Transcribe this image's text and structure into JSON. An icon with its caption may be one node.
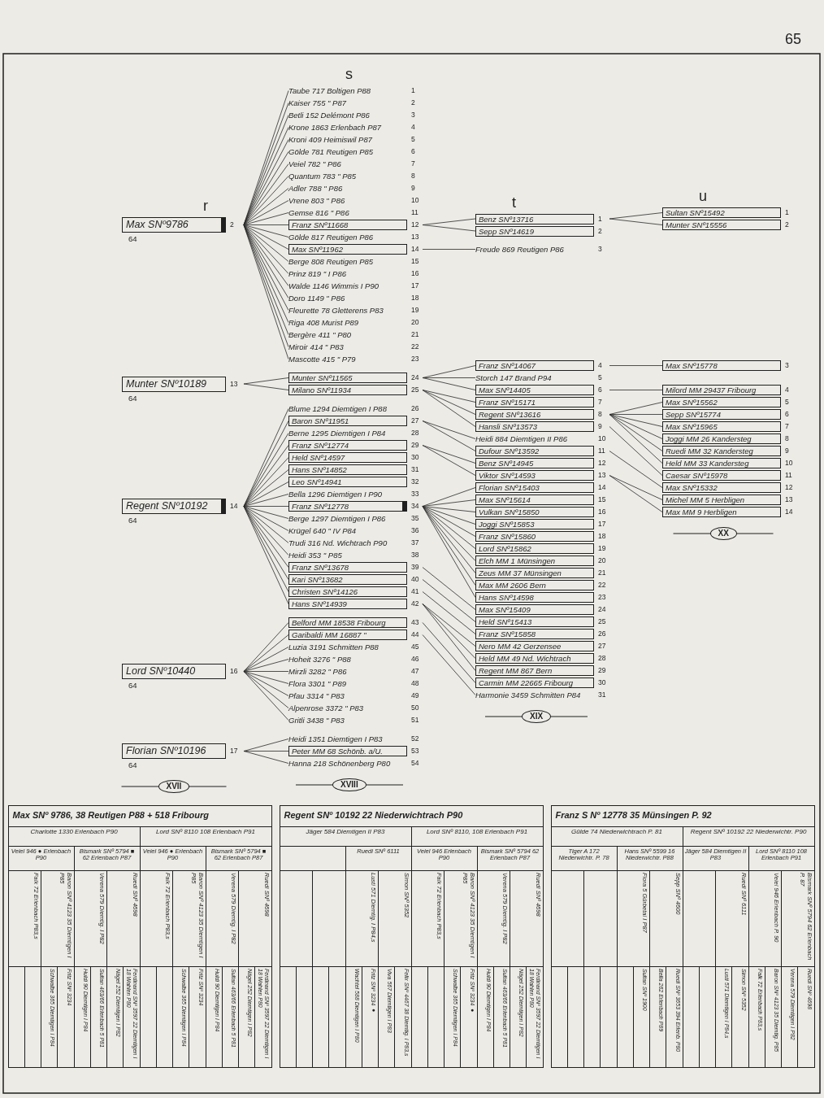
{
  "diagram": {
    "nodes": [
      {
        "text": [
          "Max SNº9786"
        ],
        "beside": [
          "2",
          "64"
        ]
      },
      {
        "text": [
          "Munter SNº10189"
        ],
        "beside": [
          "13",
          "64"
        ]
      },
      {
        "text": [
          "Regent SNº10192"
        ],
        "beside": [
          "14",
          "64"
        ]
      },
      {
        "text": [
          "Lord SNº10440"
        ],
        "beside": [
          "16",
          "64"
        ]
      },
      {
        "text": [
          "Florian SNº10196"
        ],
        "beside": [
          "17",
          "64"
        ]
      },
      {
        "text": [
          "Taube 717 Boltigen P88"
        ],
        "beside": [
          "1"
        ]
      },
      {
        "text": [
          "Kaiser 755 \" P87"
        ],
        "beside": [
          "2"
        ]
      },
      {
        "text": [
          "Betli 152 Delémont P86"
        ],
        "beside": [
          "3"
        ]
      },
      {
        "text": [
          "Krone 1863 Erlenbach P87"
        ],
        "beside": [
          "4"
        ]
      },
      {
        "text": [
          "Kroni 409 Heimiswil P87"
        ],
        "beside": [
          "5"
        ]
      },
      {
        "text": [
          "Gölde 781 Reutigen P85"
        ],
        "beside": [
          "6"
        ]
      },
      {
        "text": [
          "Veiel 782 \" P86"
        ],
        "beside": [
          "7"
        ]
      },
      {
        "text": [
          "Quantum 783 \" P85"
        ],
        "beside": [
          "8"
        ]
      },
      {
        "text": [
          "Adler 788 \" P86"
        ],
        "beside": [
          "9"
        ]
      },
      {
        "text": [
          "Vrene 803 \" P86"
        ],
        "beside": [
          "10"
        ]
      },
      {
        "text": [
          "Gemse 816 \" P86"
        ],
        "beside": [
          "11"
        ]
      },
      {
        "text": [
          "Franz SNº11668"
        ],
        "beside": [
          "12"
        ]
      },
      {
        "text": [
          "Gölde 817 Reutigen P86"
        ],
        "beside": [
          "13"
        ]
      },
      {
        "text": [
          "Max SNº11962"
        ],
        "beside": [
          "14"
        ]
      },
      {
        "text": [
          "Berge 808 Reutigen P85"
        ],
        "beside": [
          "15"
        ]
      },
      {
        "text": [
          "Prinz 819 \" I P86"
        ],
        "beside": [
          "16"
        ]
      },
      {
        "text": [
          "Walde 1146 Wimmis I P90"
        ],
        "beside": [
          "17"
        ]
      },
      {
        "text": [
          "Doro 1149 \" P86"
        ],
        "beside": [
          "18"
        ]
      },
      {
        "text": [
          "Fleurette 78 Gletterens P83"
        ],
        "beside": [
          "19"
        ]
      },
      {
        "text": [
          "Riga 408 Murist P89"
        ],
        "beside": [
          "20"
        ]
      },
      {
        "text": [
          "Bergère 411 \" P80"
        ],
        "beside": [
          "21"
        ]
      },
      {
        "text": [
          "Miroir 414 \" P83"
        ],
        "beside": [
          "22"
        ]
      },
      {
        "text": [
          "Mascotte 415 \" P79"
        ],
        "beside": [
          "23"
        ]
      },
      {
        "text": [
          "Munter SNº11565"
        ],
        "beside": [
          "24"
        ]
      },
      {
        "text": [
          "Milano SNº11934"
        ],
        "beside": [
          "25"
        ]
      },
      {
        "text": [
          "Blume 1294 Diemtigen I P88"
        ],
        "beside": [
          "26"
        ]
      },
      {
        "text": [
          "Baron SNº11951"
        ],
        "beside": [
          "27"
        ]
      },
      {
        "text": [
          "Berne 1295 Diemtigen I P84"
        ],
        "beside": [
          "28"
        ]
      },
      {
        "text": [
          "Franz SNº12774"
        ],
        "beside": [
          "29"
        ]
      },
      {
        "text": [
          "Held SNº14597"
        ],
        "beside": [
          "30"
        ]
      },
      {
        "text": [
          "Hans SNº14852"
        ],
        "beside": [
          "31"
        ]
      },
      {
        "text": [
          "Leo SNº14941"
        ],
        "beside": [
          "32"
        ]
      },
      {
        "text": [
          "Bella 1296 Diemtigen I P90"
        ],
        "beside": [
          "33"
        ]
      },
      {
        "text": [
          "Franz SNº12778"
        ],
        "beside": [
          "34"
        ]
      },
      {
        "text": [
          "Berge 1297 Diemtigen I P86"
        ],
        "beside": [
          "35"
        ]
      },
      {
        "text": [
          "Krügel 640 \" IV P84"
        ],
        "beside": [
          "36"
        ]
      },
      {
        "text": [
          "Trudi 316 Nd. Wichtrach P90"
        ],
        "beside": [
          "37"
        ]
      },
      {
        "text": [
          "Heidi 353 \" P85"
        ],
        "beside": [
          "38"
        ]
      },
      {
        "text": [
          "Franz SNº13678"
        ],
        "beside": [
          "39"
        ]
      },
      {
        "text": [
          "Kari SNº13682"
        ],
        "beside": [
          "40"
        ]
      },
      {
        "text": [
          "Christen SNº14126"
        ],
        "beside": [
          "41"
        ]
      },
      {
        "text": [
          "Hans SNº14939"
        ],
        "beside": [
          "42"
        ]
      },
      {
        "text": [
          "Belford MM 18538 Fribourg"
        ],
        "beside": [
          "43"
        ]
      },
      {
        "text": [
          "Garibaldi MM 16887 \""
        ],
        "beside": [
          "44"
        ]
      },
      {
        "text": [
          "Luzia 3191 Schmitten P88"
        ],
        "beside": [
          "45"
        ]
      },
      {
        "text": [
          "Hoheit 3276 \" P88"
        ],
        "beside": [
          "46"
        ]
      },
      {
        "text": [
          "Mirzli 3282 \" P86"
        ],
        "beside": [
          "47"
        ]
      },
      {
        "text": [
          "Flora 3301 \" P89"
        ],
        "beside": [
          "48"
        ]
      },
      {
        "text": [
          "Pfau 3314 \" P83"
        ],
        "beside": [
          "49"
        ]
      },
      {
        "text": [
          "Alpenrose 3372 \" P83"
        ],
        "beside": [
          "50"
        ]
      },
      {
        "text": [
          "Gritli 3438 \" P83"
        ],
        "beside": [
          "51"
        ]
      },
      {
        "text": [
          "Heidi 1351 Diemtigen I P83"
        ],
        "beside": [
          "52"
        ]
      },
      {
        "text": [
          "Peter MM 68 Schönb. a/U."
        ],
        "beside": [
          "53"
        ]
      },
      {
        "text": [
          "Hanna 218 Schönenberg P80"
        ],
        "beside": [
          "54"
        ]
      },
      {
        "text": [
          "Benz SNº13716"
        ],
        "beside": [
          "1"
        ]
      },
      {
        "text": [
          "Sepp SNº14619"
        ],
        "beside": [
          "2"
        ]
      },
      {
        "text": [
          "Freude 869 Reutigen P86"
        ],
        "beside": [
          "3"
        ]
      },
      {
        "text": [
          "Franz SNº14067"
        ],
        "beside": [
          "4"
        ]
      },
      {
        "text": [
          "Storch 147 Brand P94"
        ],
        "beside": [
          "5"
        ]
      },
      {
        "text": [
          "Max SNº14405"
        ],
        "beside": [
          "6"
        ]
      },
      {
        "text": [
          "Franz SNº15171"
        ],
        "beside": [
          "7"
        ]
      },
      {
        "text": [
          "Regent SNº13616"
        ],
        "beside": [
          "8"
        ]
      },
      {
        "text": [
          "Hansli SNº13573"
        ],
        "beside": [
          "9"
        ]
      },
      {
        "text": [
          "Heidi 884 Diemtigen II P86"
        ],
        "beside": [
          "10"
        ]
      },
      {
        "text": [
          "Dufour SNº13592"
        ],
        "beside": [
          "11"
        ]
      },
      {
        "text": [
          "Benz SNº14945"
        ],
        "beside": [
          "12"
        ]
      },
      {
        "text": [
          "Viktor SNº14593"
        ],
        "beside": [
          "13"
        ]
      },
      {
        "text": [
          "Florian SNº15403"
        ],
        "beside": [
          "14"
        ]
      },
      {
        "text": [
          "Max SNº15614"
        ],
        "beside": [
          "15"
        ]
      },
      {
        "text": [
          "Vulkan SNº15850"
        ],
        "beside": [
          "16"
        ]
      },
      {
        "text": [
          "Joggi SNº15853"
        ],
        "beside": [
          "17"
        ]
      },
      {
        "text": [
          "Franz SNº15860"
        ],
        "beside": [
          "18"
        ]
      },
      {
        "text": [
          "Lord SNº15862"
        ],
        "beside": [
          "19"
        ]
      },
      {
        "text": [
          "Elch MM 1 Münsingen"
        ],
        "beside": [
          "20"
        ]
      },
      {
        "text": [
          "Zeus MM 37 Münsingen"
        ],
        "beside": [
          "21"
        ]
      },
      {
        "text": [
          "Max MM 2606 Bern"
        ],
        "beside": [
          "22"
        ]
      },
      {
        "text": [
          "Hans SNº14598"
        ],
        "beside": [
          "23"
        ]
      },
      {
        "text": [
          "Max SNº15409"
        ],
        "beside": [
          "24"
        ]
      },
      {
        "text": [
          "Held SNº15413"
        ],
        "beside": [
          "25"
        ]
      },
      {
        "text": [
          "Franz SNº15858"
        ],
        "beside": [
          "26"
        ]
      },
      {
        "text": [
          "Nero MM 42 Gerzensee"
        ],
        "beside": [
          "27"
        ]
      },
      {
        "text": [
          "Held MM 49 Nd. Wichtrach"
        ],
        "beside": [
          "28"
        ]
      },
      {
        "text": [
          "Regent MM 867 Bern"
        ],
        "beside": [
          "29"
        ]
      },
      {
        "text": [
          "Carmin MM 22665 Fribourg"
        ],
        "beside": [
          "30"
        ]
      },
      {
        "text": [
          "Harmonie 3459 Schmitten P84"
        ],
        "beside": [
          "31"
        ]
      },
      {
        "text": [
          "Sultan SNº15492"
        ],
        "beside": [
          "1"
        ]
      },
      {
        "text": [
          "Munter SNº15556"
        ],
        "beside": [
          "2"
        ]
      },
      {
        "text": [
          "Max SNº15778"
        ],
        "beside": [
          "3"
        ]
      },
      {
        "text": [
          "Milord MM 29437 Fribourg"
        ],
        "beside": [
          "4"
        ]
      },
      {
        "text": [
          "Max SNº15562"
        ],
        "beside": [
          "5"
        ]
      },
      {
        "text": [
          "Sepp SNº15774"
        ],
        "beside": [
          "6"
        ]
      },
      {
        "text": [
          "Max SNº15965"
        ],
        "beside": [
          "7"
        ]
      },
      {
        "text": [
          "Joggi MM 26 Kandersteg"
        ],
        "beside": [
          "8"
        ]
      },
      {
        "text": [
          "Ruedi MM 32 Kandersteg"
        ],
        "beside": [
          "9"
        ]
      },
      {
        "text": [
          "Held MM 33 Kandersteg"
        ],
        "beside": [
          "10"
        ]
      },
      {
        "text": [
          "Caesar SNº15978"
        ],
        "beside": [
          "11"
        ]
      },
      {
        "text": [
          "Max SNº15332"
        ],
        "beside": [
          "12"
        ]
      },
      {
        "text": [
          "Michel MM 5 Herbligen"
        ],
        "beside": [
          "13"
        ]
      },
      {
        "text": [
          "Max MM 9 Herbligen"
        ],
        "beside": [
          "14"
        ]
      },
      {
        "text": [
          "XVII"
        ]
      },
      {
        "text": [
          "XVIII"
        ]
      },
      {
        "text": [
          "XIX"
        ]
      },
      {
        "text": [
          "XX"
        ]
      }
    ],
    "edges": [
      {
        "from": 0,
        "to": 5,
        "arrow": "none"
      },
      {
        "from": 0,
        "to": 6,
        "arrow": "none"
      },
      {
        "from": 0,
        "to": 7,
        "arrow": "none"
      },
      {
        "from": 0,
        "to": 8,
        "arrow": "none"
      },
      {
        "from": 0,
        "to": 9,
        "arrow": "none"
      },
      {
        "from": 0,
        "to": 10,
        "arrow": "none"
      },
      {
        "from": 0,
        "to": 11,
        "arrow": "none"
      },
      {
        "from": 0,
        "to": 12,
        "arrow": "none"
      },
      {
        "from": 0,
        "to": 13,
        "arrow": "none"
      },
      {
        "from": 0,
        "to": 14,
        "arrow": "none"
      },
      {
        "from": 0,
        "to": 15,
        "arrow": "none"
      },
      {
        "from": 0,
        "to": 16,
        "arrow": "none"
      },
      {
        "from": 0,
        "to": 17,
        "arrow": "none"
      },
      {
        "from": 0,
        "to": 18,
        "arrow": "none"
      },
      {
        "from": 0,
        "to": 19,
        "arrow": "none"
      },
      {
        "from": 0,
        "to": 20,
        "arrow": "none"
      },
      {
        "from": 0,
        "to": 21,
        "arrow": "none"
      },
      {
        "from": 0,
        "to": 22,
        "arrow": "none"
      },
      {
        "from": 0,
        "to": 23,
        "arrow": "none"
      },
      {
        "from": 0,
        "to": 24,
        "arrow": "none"
      },
      {
        "from": 0,
        "to": 25,
        "arrow": "none"
      },
      {
        "from": 0,
        "to": 26,
        "arrow": "none"
      },
      {
        "from": 0,
        "to": 27,
        "arrow": "none"
      },
      {
        "from": 1,
        "to": 28,
        "arrow": "none"
      },
      {
        "from": 1,
        "to": 29,
        "arrow": "none"
      },
      {
        "from": 2,
        "to": 30,
        "arrow": "none"
      },
      {
        "from": 2,
        "to": 31,
        "arrow": "none"
      },
      {
        "from": 2,
        "to": 32,
        "arrow": "none"
      },
      {
        "from": 2,
        "to": 33,
        "arrow": "none"
      },
      {
        "from": 2,
        "to": 34,
        "arrow": "none"
      },
      {
        "from": 2,
        "to": 35,
        "arrow": "none"
      },
      {
        "from": 2,
        "to": 36,
        "arrow": "none"
      },
      {
        "from": 2,
        "to": 37,
        "arrow": "none"
      },
      {
        "from": 2,
        "to": 38,
        "arrow": "none"
      },
      {
        "from": 2,
        "to": 39,
        "arrow": "none"
      },
      {
        "from": 2,
        "to": 40,
        "arrow": "none"
      },
      {
        "from": 2,
        "to": 41,
        "arrow": "none"
      },
      {
        "from": 2,
        "to": 42,
        "arrow": "none"
      },
      {
        "from": 2,
        "to": 43,
        "arrow": "none"
      },
      {
        "from": 2,
        "to": 44,
        "arrow": "none"
      },
      {
        "from": 2,
        "to": 45,
        "arrow": "none"
      },
      {
        "from": 2,
        "to": 46,
        "arrow": "none"
      },
      {
        "from": 3,
        "to": 47,
        "arrow": "none"
      },
      {
        "from": 3,
        "to": 48,
        "arrow": "none"
      },
      {
        "from": 3,
        "to": 49,
        "arrow": "none"
      },
      {
        "from": 3,
        "to": 50,
        "arrow": "none"
      },
      {
        "from": 3,
        "to": 51,
        "arrow": "none"
      },
      {
        "from": 3,
        "to": 52,
        "arrow": "none"
      },
      {
        "from": 3,
        "to": 53,
        "arrow": "none"
      },
      {
        "from": 3,
        "to": 54,
        "arrow": "none"
      },
      {
        "from": 3,
        "to": 55,
        "arrow": "none"
      },
      {
        "from": 4,
        "to": 56,
        "arrow": "none"
      },
      {
        "from": 4,
        "to": 57,
        "arrow": "none"
      },
      {
        "from": 4,
        "to": 58,
        "arrow": "none"
      },
      {
        "from": 16,
        "to": 59,
        "arrow": "none"
      },
      {
        "from": 16,
        "to": 60,
        "arrow": "none"
      },
      {
        "from": 18,
        "to": 61,
        "arrow": "none"
      },
      {
        "from": 28,
        "to": 62,
        "arrow": "none"
      },
      {
        "from": 28,
        "to": 63,
        "arrow": "none"
      },
      {
        "from": 28,
        "to": 64,
        "arrow": "none"
      },
      {
        "from": 29,
        "to": 65,
        "arrow": "none"
      },
      {
        "from": 29,
        "to": 66,
        "arrow": "none"
      },
      {
        "from": 29,
        "to": 67,
        "arrow": "none"
      },
      {
        "from": 31,
        "to": 68,
        "arrow": "none"
      },
      {
        "from": 31,
        "to": 69,
        "arrow": "none"
      },
      {
        "from": 33,
        "to": 70,
        "arrow": "none"
      },
      {
        "from": 33,
        "to": 71,
        "arrow": "none"
      },
      {
        "from": 38,
        "to": 72,
        "arrow": "none"
      },
      {
        "from": 38,
        "to": 73,
        "arrow": "none"
      },
      {
        "from": 38,
        "to": 74,
        "arrow": "none"
      },
      {
        "from": 38,
        "to": 75,
        "arrow": "none"
      },
      {
        "from": 38,
        "to": 76,
        "arrow": "none"
      },
      {
        "from": 38,
        "to": 77,
        "arrow": "none"
      },
      {
        "from": 38,
        "to": 78,
        "arrow": "none"
      },
      {
        "from": 38,
        "to": 79,
        "arrow": "none"
      },
      {
        "from": 38,
        "to": 80,
        "arrow": "none"
      },
      {
        "from": 38,
        "to": 81,
        "arrow": "none"
      },
      {
        "from": 43,
        "to": 82,
        "arrow": "none"
      },
      {
        "from": 44,
        "to": 83,
        "arrow": "none"
      },
      {
        "from": 45,
        "to": 84,
        "arrow": "none"
      },
      {
        "from": 46,
        "to": 85,
        "arrow": "none"
      },
      {
        "from": 46,
        "to": 86,
        "arrow": "none"
      },
      {
        "from": 46,
        "to": 87,
        "arrow": "none"
      },
      {
        "from": 47,
        "to": 88,
        "arrow": "none"
      },
      {
        "from": 48,
        "to": 89,
        "arrow": "none"
      },
      {
        "from": 59,
        "to": 90,
        "arrow": "none"
      },
      {
        "from": 59,
        "to": 91,
        "arrow": "none"
      },
      {
        "from": 62,
        "to": 92,
        "arrow": "none"
      },
      {
        "from": 64,
        "to": 93,
        "arrow": "none"
      },
      {
        "from": 66,
        "to": 94,
        "arrow": "none"
      },
      {
        "from": 66,
        "to": 95,
        "arrow": "none"
      },
      {
        "from": 66,
        "to": 96,
        "arrow": "none"
      },
      {
        "from": 66,
        "to": 97,
        "arrow": "none"
      },
      {
        "from": 66,
        "to": 98,
        "arrow": "none"
      },
      {
        "from": 66,
        "to": 99,
        "arrow": "none"
      },
      {
        "from": 67,
        "to": 100,
        "arrow": "none"
      },
      {
        "from": 69,
        "to": 101,
        "arrow": "none"
      },
      {
        "from": 71,
        "to": 102,
        "arrow": "none"
      },
      {
        "from": 71,
        "to": 103,
        "arrow": "none"
      }
    ],
    "labels": [
      "65",
      "r",
      "s",
      "t",
      "u",
      "Max SNº 9786, 38 Reutigen P88 + 518 Fribourg",
      "Charlotte 1330 Erlenbach P90",
      "Lord SNº 8110 108 Erlenbach P91",
      "Veiel 946 ● Erlenbach P90",
      "Bismark SNº 5794 ■ 62 Erlenbach P87",
      "Veiel 946 ● Erlenbach P90",
      "Bismark SNº 5794 ■ 62 Erlenbach P87",
      "Falk 72 Erlenbach P83,s",
      "Baron SNº 4123 35 Diemtigen I P85",
      "Verena 579 Diemtig. I P82",
      "Ruedi SNº 4698",
      "Falk 72 Erlenbach P83,s",
      "Baron SNº 4123 35 Diemtigen I P85",
      "Verena 579 Diemtig. I P82",
      "Ruedi SNº 4698",
      "Schwalbe 365 Diemtigen I P84",
      "Fritz SNº 3234",
      "Huldi 90 Diemtigen I P84",
      "Sultan 463/66 Erlenbach 5 P81",
      "Nägel 252 Diemtigen I P82",
      "Ferdinand SNº 3597 22 Diemtigen I 18 Wahlen P80",
      "Schwalbe 365 Diemtigen I P84",
      "Fritz SNº 3234",
      "Huldi 90 Diemtigen I P84",
      "Sultan 463/66 Erlenbach 5 P81",
      "Nägel 252 Diemtigen I P82",
      "Ferdinand SNº 3597 22 Diemtigen I 18 Wahlen P80",
      "Regent SNº 10192 22 Niederwichtrach P90",
      "Jäger 584 Diemtigen II P83",
      "Lord SNº 8110, 108 Erlenbach P91",
      "Ruedi SNº 6111",
      "Veiel 946 Erlenbach P90",
      "Bismark SNº 5794 62 Erlenbach P87",
      "Lusti 571 Diemtig. I P84,s",
      "Simon SNº 5352",
      "Falk 72 Erlenbach P83,s",
      "Baron SNº 4123 35 Diemtigen I P85",
      "Verena 579 Diemtig. I P82",
      "Ruedi SNº 4698",
      "Wachtel 588 Diemtigen I P80",
      "Fritz SNº 3234 ●",
      "Viva 567 Diemtigen I P83",
      "Felix SNº 4467 38 Diemtig. I P83,s",
      "Schwalbe 365 Diemtigen I P84",
      "Fritz SNº 3234 ●",
      "Huldi 90 Diemtigen I P84",
      "Sultan 463/66 Erlenbach 5 P81",
      "Nägel 252 Diemtigen I P82",
      "Ferdinand SNº 3597 22 Diemtigen I 18 Wahlen P80",
      "Franz S Nº 12778 35 Münsingen P. 92",
      "Gülde 74 Niederwichtrach P. 81",
      "Regent SNº 10192 22 Niederwichtr. P90",
      "Tiger A 172 Niederwichtr. P. 78",
      "Hans SNº 5599 16 Niederwichtr. P88",
      "Jäger 584 Diemtigen II P83",
      "Lord SNº 8110 108 Erlenbach P91",
      "Flora 5 Gürbetal I P87",
      "Sepp SNº 4600",
      "Ruedi SNº 6111",
      "Veiel 946 Erlenbach P. 90",
      "Bismark SNº 5794 62 Erlenbach P. 87",
      "Sultan SNº 1900",
      "Bella 262 Erlenbach P89",
      "Ruedi SNº 3653 394 Erlenb. P80",
      "Lusti 571 Diemtigen I P84,s",
      "Simon SNº 5352",
      "Falk 72 Erlenbach P83,s",
      "Baron SNº 4123 35 Diemtig. P85",
      "Verena 579 Diemtigen I P82",
      "Ruedi SNº 4698"
    ]
  }
}
